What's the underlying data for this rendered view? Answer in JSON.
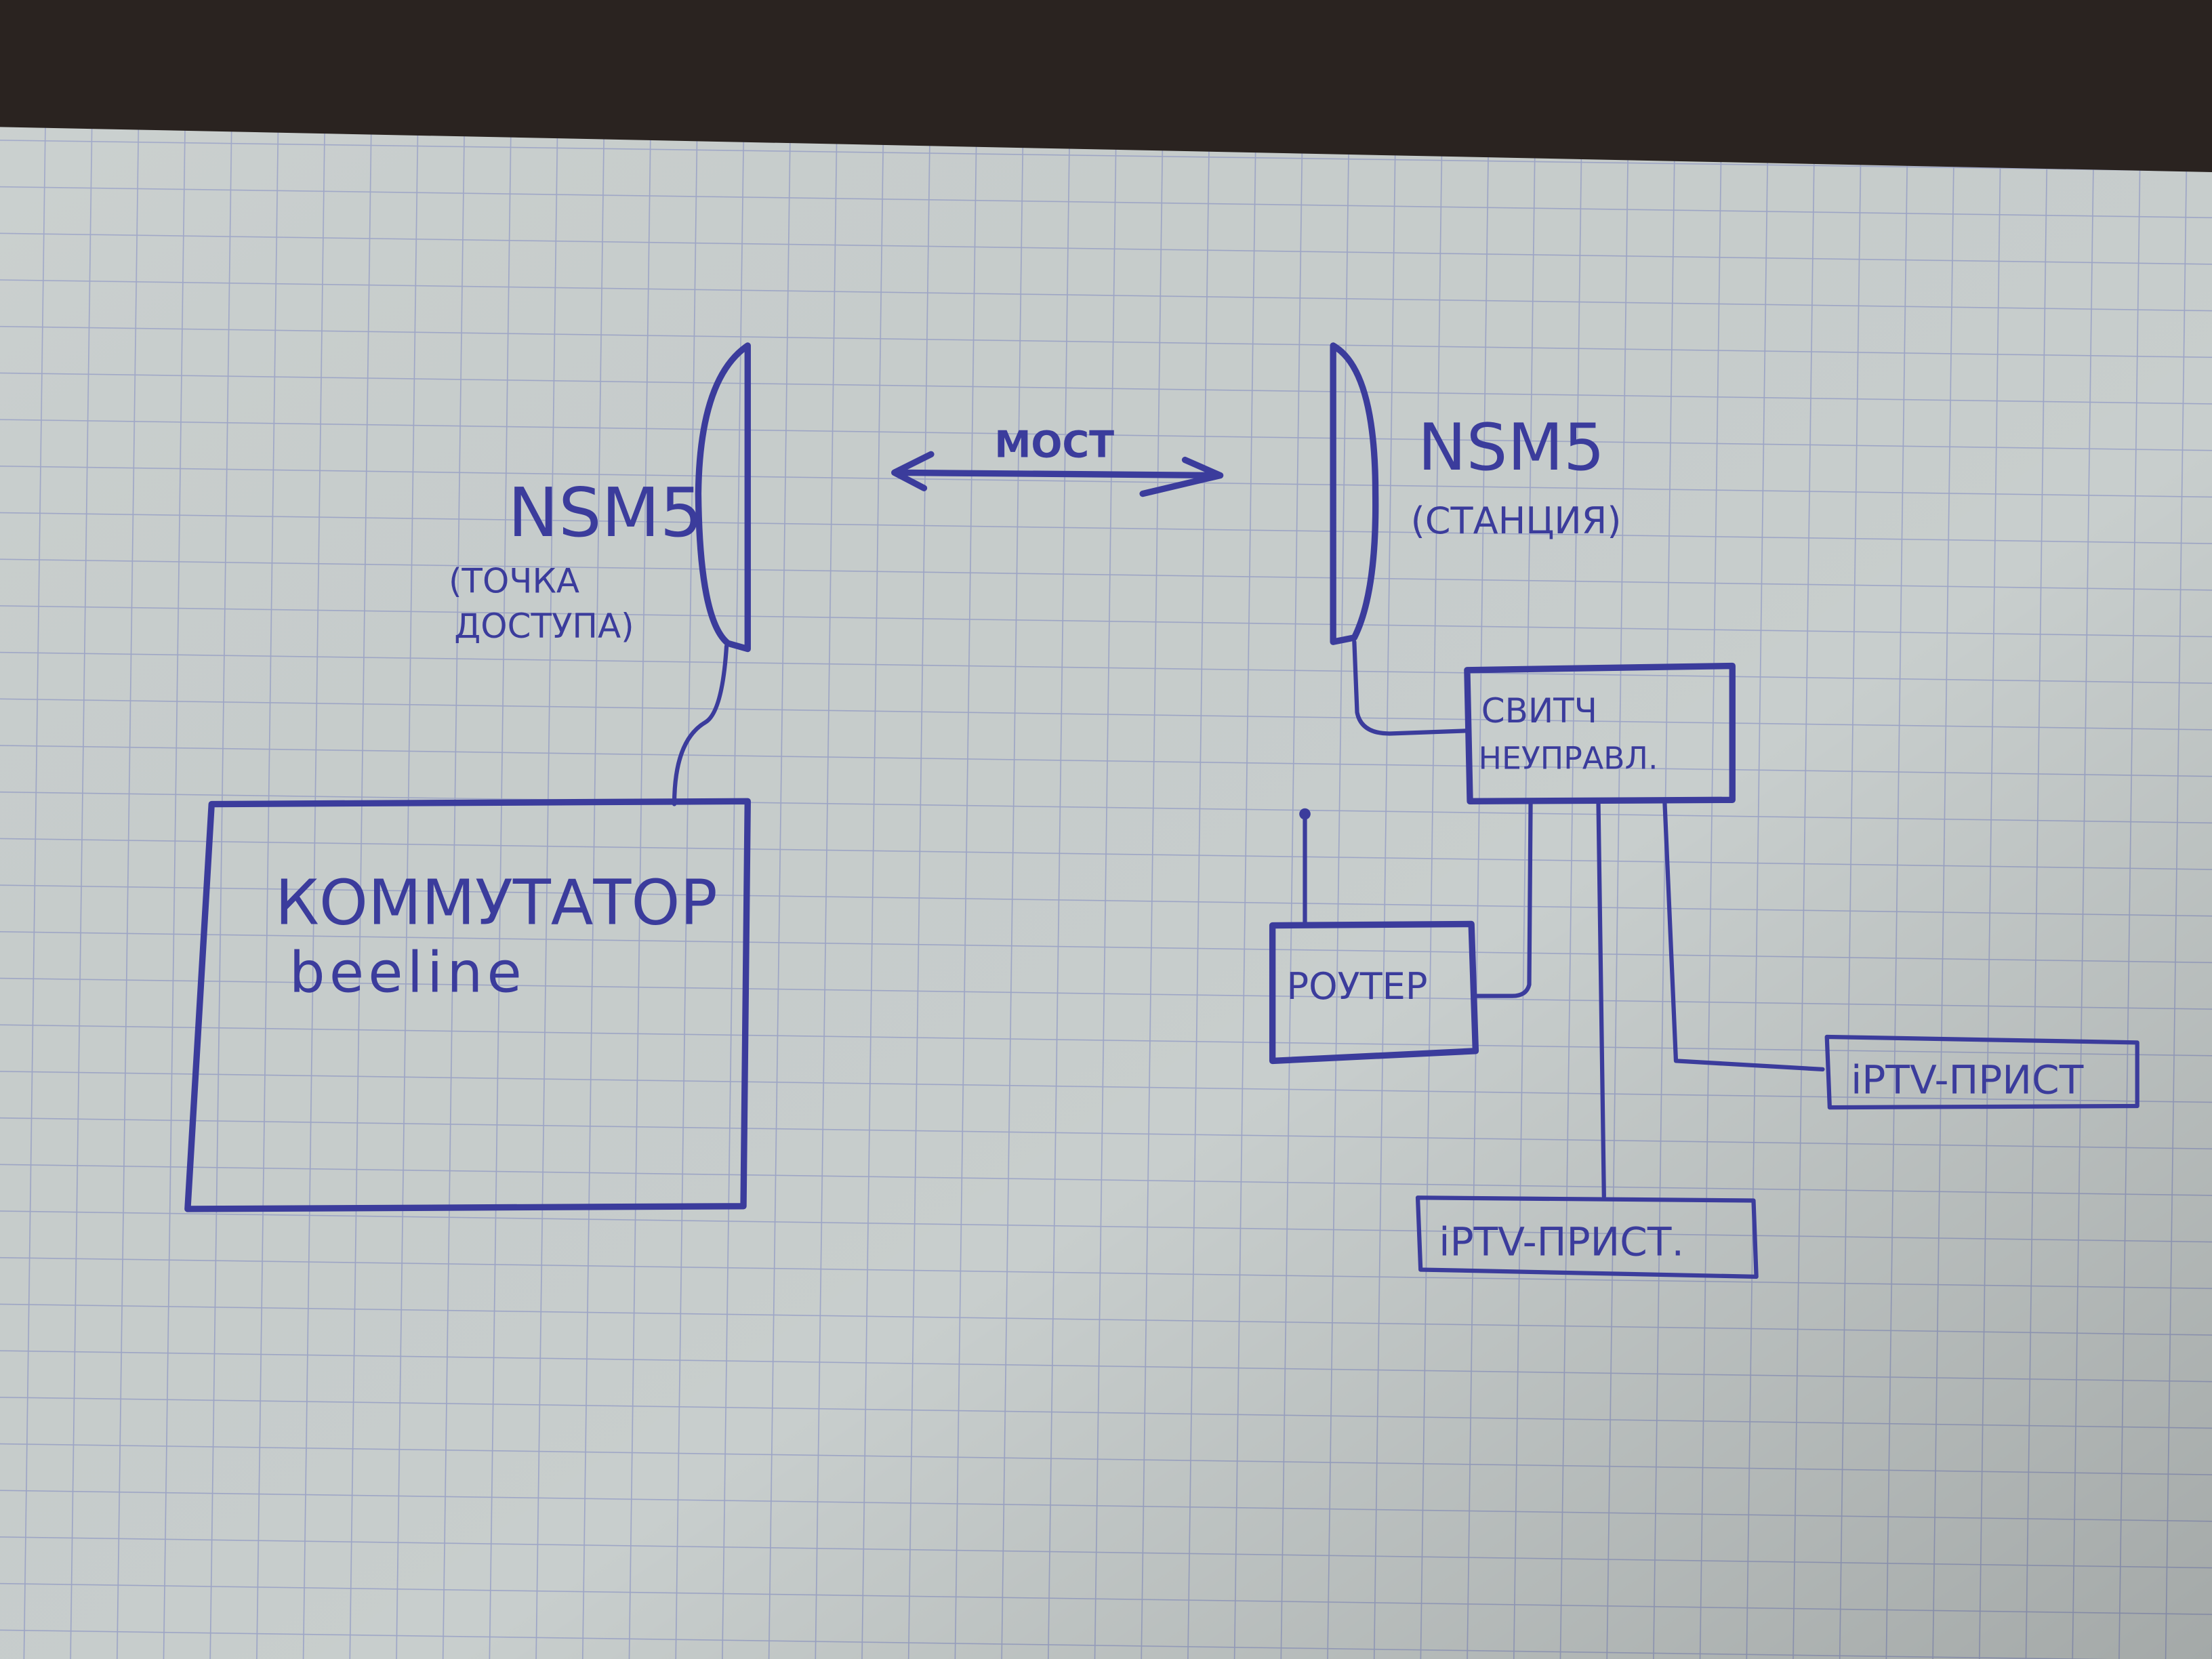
{
  "colors": {
    "ink": "#3b3c9c",
    "paper": "#c8cecd",
    "grid": "#9ea6c6",
    "background": "#2a2320"
  },
  "left_antenna": {
    "model": "NSM5",
    "role_line1": "(ТОЧКА",
    "role_line2": "ДОСТУПА)"
  },
  "link": {
    "label": "МОСТ"
  },
  "right_antenna": {
    "model": "NSM5",
    "role": "(СТАНЦИЯ)"
  },
  "isp_switch": {
    "line1": "КОММУТАТОР",
    "line2": "beeline"
  },
  "unmanaged_switch": {
    "line1": "СВИТЧ",
    "line2": "НЕУПРАВЛ."
  },
  "router": {
    "label": "РОУТЕР"
  },
  "iptv_right": {
    "label": "iPTV-ПРИСТ"
  },
  "iptv_bottom": {
    "label": "iPTV-ПРИСТ."
  }
}
